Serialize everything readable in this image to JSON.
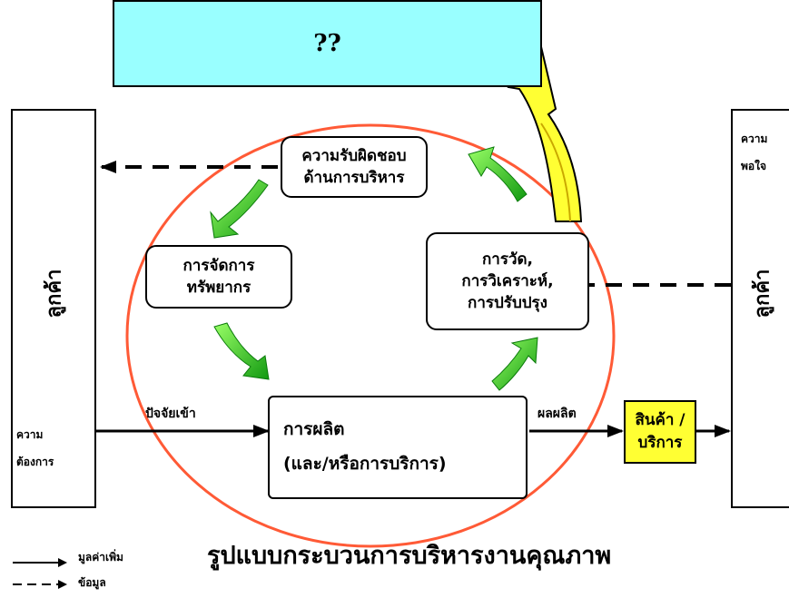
{
  "top_box": {
    "label": "??",
    "color": "#99ffff"
  },
  "left_customer": {
    "name": "ลูกค้า",
    "needs_line1": "ความ",
    "needs_line2": "ต้องการ"
  },
  "right_customer": {
    "name": "ลูกค้า",
    "satisfaction_line1": "ความ",
    "satisfaction_line2": "พอใจ"
  },
  "process": {
    "responsibility": {
      "line1": "ความรับผิดชอบ",
      "line2": "ด้านการบริหาร"
    },
    "resource": {
      "line1": "การจัดการ",
      "line2": "ทรัพยากร"
    },
    "measure": {
      "line1": "การวัด,",
      "line2": "การวิเคราะห์,",
      "line3": "การปรับปรุง"
    },
    "production": {
      "line1": "การผลิต",
      "line2": "(และ/หรือการบริการ)"
    }
  },
  "flows": {
    "input_label": "ปัจจัยเข้า",
    "output_label": "ผลผลิต"
  },
  "product": {
    "line1": "สินค้า /",
    "line2": "บริการ",
    "color": "#ffff33"
  },
  "caption": "รูปแบบกระบวนการบริหารงานคุณภาพ",
  "legend": {
    "value_added": "มูลค่าเพิ่ม",
    "information": "ข้อมูล"
  },
  "colors": {
    "ellipse": "#ff5a36",
    "cycle_arrow": "#33cc33",
    "feedback_arrow": "#ffff33"
  }
}
